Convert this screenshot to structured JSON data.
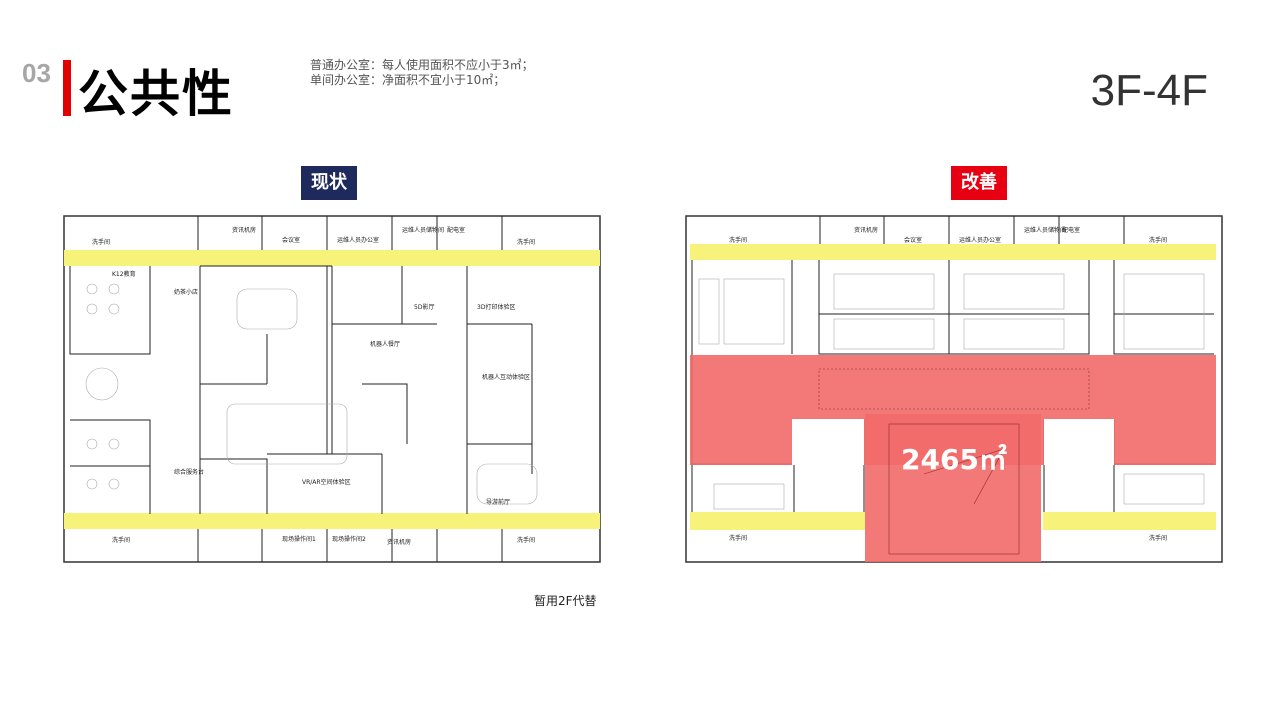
{
  "header": {
    "section_number": "03",
    "title": "公共性",
    "notes": [
      "普通办公室：每人使用面积不应小于3㎡；",
      "单间办公室：净面积不宜小于10㎡；"
    ],
    "floor": "3F-4F"
  },
  "colors": {
    "accent_red": "#e60012",
    "navy": "#1f2a5c",
    "corridor_yellow": "#f7f27a",
    "public_area_red": "#f26a6a"
  },
  "current": {
    "badge": "现状",
    "footnote": "暂用2F代替",
    "rooms": [
      "资讯机房",
      "会议室",
      "运维人员办公室",
      "运维人员储物间",
      "配电室",
      "洗手间",
      "洗手间",
      "K12教育",
      "奶茶小店",
      "5D影厅",
      "3D打印体验区",
      "机器人餐厅",
      "机器人互动体验区",
      "VR/AR空间体验区",
      "导游前厅",
      "综合服务台",
      "现场操作间1",
      "现场操作间2",
      "资讯机房",
      "洗手间",
      "洗手间"
    ]
  },
  "improved": {
    "badge": "改善",
    "public_area": "2465㎡",
    "rooms": [
      "资讯机房",
      "会议室",
      "运维人员办公室",
      "运维人员储物间",
      "配电室",
      "洗手间",
      "洗手间",
      "洗手间",
      "洗手间"
    ]
  }
}
